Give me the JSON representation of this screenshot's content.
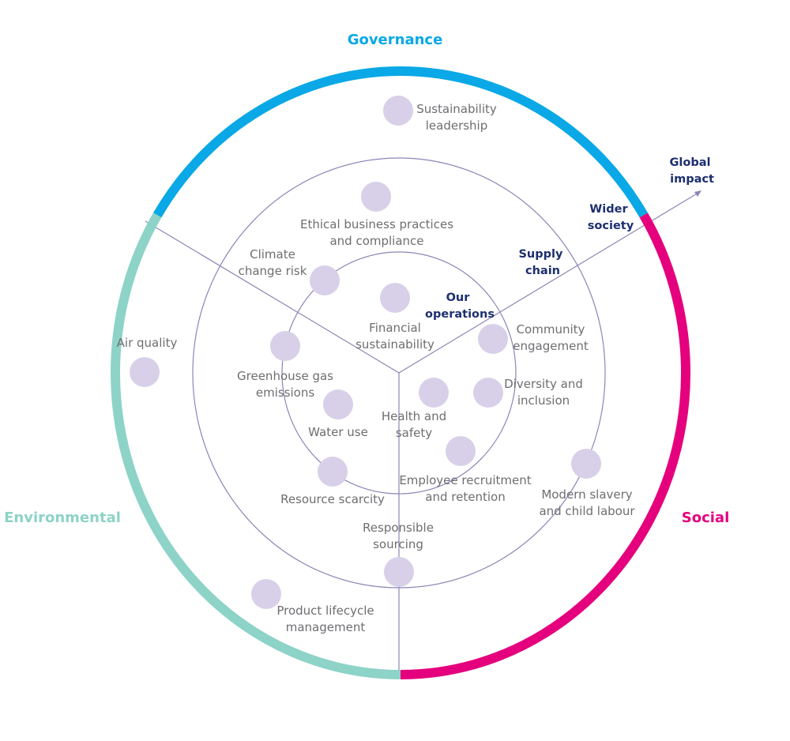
{
  "colors": {
    "governance": "#0aa8e6",
    "social": "#e5007d",
    "environmental": "#8dd3c7",
    "level_text": "#1d2f6f",
    "issue_text": "#6d6e71",
    "dot": "#d8d0e8",
    "lines": "#8b86b6"
  },
  "pillars": {
    "governance": "Governance",
    "social": "Social",
    "environmental": "Environmental"
  },
  "levels": {
    "our_operations": [
      "Our",
      "operations"
    ],
    "supply_chain": [
      "Supply",
      "chain"
    ],
    "wider_society": [
      "Wider",
      "society"
    ],
    "global_impact": [
      "Global",
      "impact"
    ]
  },
  "issues": [
    {
      "id": "sustainability-leadership",
      "lines": [
        "Sustainability",
        "leadership"
      ],
      "pillar": "Governance",
      "level": "Wider society"
    },
    {
      "id": "ethical-business-practices",
      "lines": [
        "Ethical business practices",
        "and compliance"
      ],
      "pillar": "Governance",
      "level": "Supply chain"
    },
    {
      "id": "climate-change-risk",
      "lines": [
        "Climate",
        "change risk"
      ],
      "pillar": "Environmental",
      "level": "Our operations / Supply chain"
    },
    {
      "id": "financial-sustainability",
      "lines": [
        "Financial",
        "sustainability"
      ],
      "pillar": "Governance",
      "level": "Our operations"
    },
    {
      "id": "air-quality",
      "lines": [
        "Air quality"
      ],
      "pillar": "Environmental",
      "level": "Wider society"
    },
    {
      "id": "greenhouse-gas-emissions",
      "lines": [
        "Greenhouse gas",
        "emissions"
      ],
      "pillar": "Environmental",
      "level": "Our operations / Supply chain"
    },
    {
      "id": "water-use",
      "lines": [
        "Water use"
      ],
      "pillar": "Environmental",
      "level": "Our operations"
    },
    {
      "id": "resource-scarcity",
      "lines": [
        "Resource scarcity"
      ],
      "pillar": "Environmental",
      "level": "Our operations / Supply chain"
    },
    {
      "id": "community-engagement",
      "lines": [
        "Community",
        "engagement"
      ],
      "pillar": "Social",
      "level": "Our operations / Supply chain"
    },
    {
      "id": "diversity-and-inclusion",
      "lines": [
        "Diversity and",
        "inclusion"
      ],
      "pillar": "Social",
      "level": "Our operations"
    },
    {
      "id": "health-and-safety",
      "lines": [
        "Health and",
        "safety"
      ],
      "pillar": "Social",
      "level": "Our operations"
    },
    {
      "id": "employee-recruitment",
      "lines": [
        "Employee recruitment",
        "and retention"
      ],
      "pillar": "Social",
      "level": "Our operations"
    },
    {
      "id": "modern-slavery",
      "lines": [
        "Modern slavery",
        "and child labour"
      ],
      "pillar": "Social",
      "level": "Supply chain / Wider society"
    },
    {
      "id": "responsible-sourcing",
      "lines": [
        "Responsible",
        "sourcing"
      ],
      "pillar": "Social / Environmental",
      "level": "Supply chain"
    },
    {
      "id": "product-lifecycle",
      "lines": [
        "Product lifecycle",
        "management"
      ],
      "pillar": "Environmental",
      "level": "Wider society"
    }
  ]
}
